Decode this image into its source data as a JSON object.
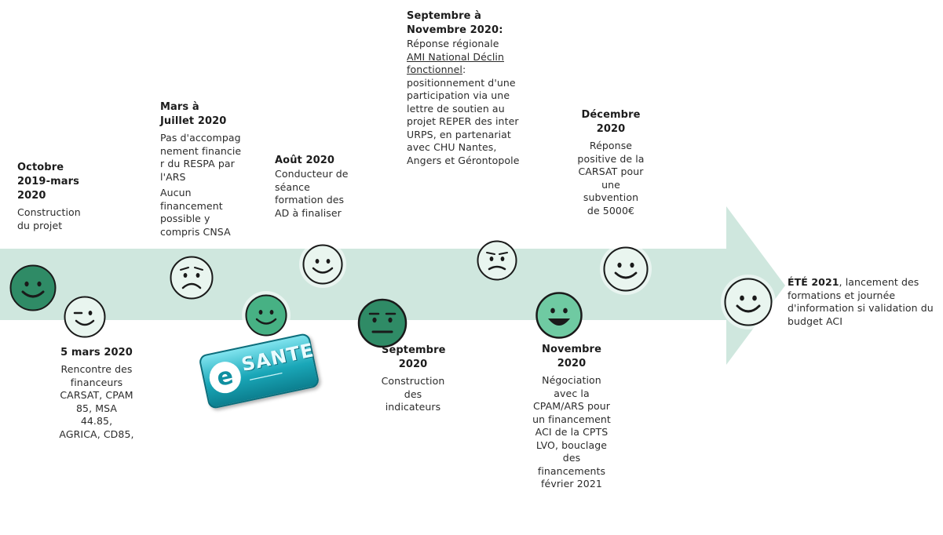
{
  "events": {
    "oct2019": {
      "title": "Octobre 2019-mars 2020",
      "body": "Construction du projet"
    },
    "mar2020": {
      "title": "5 mars 2020",
      "body": "Rencontre des financeurs CARSAT, CPAM 85, MSA 44.85, AGRICA, CD85,"
    },
    "marjul2020": {
      "title": "Mars à Juillet 2020",
      "body1": "Pas d'accompagnement financier du RESPA par l'ARS",
      "body2": "Aucun financement possible y compris CNSA"
    },
    "aug2020": {
      "title": "Août 2020",
      "body": "Conducteur de séance formation des AD à finaliser"
    },
    "sep2020": {
      "title": "Septembre 2020",
      "body": "Construction des indicateurs"
    },
    "sepnov2020": {
      "title": "Septembre à Novembre 2020:",
      "line1": "Réponse régionale",
      "link": "AMI National Déclin fonctionnel",
      "after_link": ":",
      "body": "positionnement d'une participation via une lettre de soutien au projet REPER des inter URPS, en partenariat avec CHU Nantes, Angers et Gérontopole"
    },
    "nov2020": {
      "title": "Novembre 2020",
      "body": "Négociation avec la CPAM/ARS pour un financement ACI de la CPTS LVO, bouclage des financements février 2021"
    },
    "dec2020": {
      "title": "Décembre 2020",
      "body": "Réponse positive de la CARSAT pour une subvention de 5000€"
    },
    "ete2021": {
      "title": "ÉTÉ 2021",
      "body": ", lancement des formations et journée d'information si validation du budget ACI"
    }
  },
  "badge": {
    "text": "SANTE",
    "letter": "e"
  },
  "icons": [
    "smile-face-icon",
    "wink-face-icon",
    "sad-face-icon",
    "smile-face-icon",
    "smile-face-icon",
    "neutral-face-icon",
    "worried-face-icon",
    "laugh-face-icon",
    "smile-face-icon",
    "smile-face-icon"
  ],
  "colors": {
    "arrow": "#cfe7de",
    "dark_green": "#2f8b66",
    "medium_green": "#47b184",
    "light_green": "#6fcaa2",
    "face_light": "#e9f5ef",
    "stroke": "#1a1a1a"
  }
}
